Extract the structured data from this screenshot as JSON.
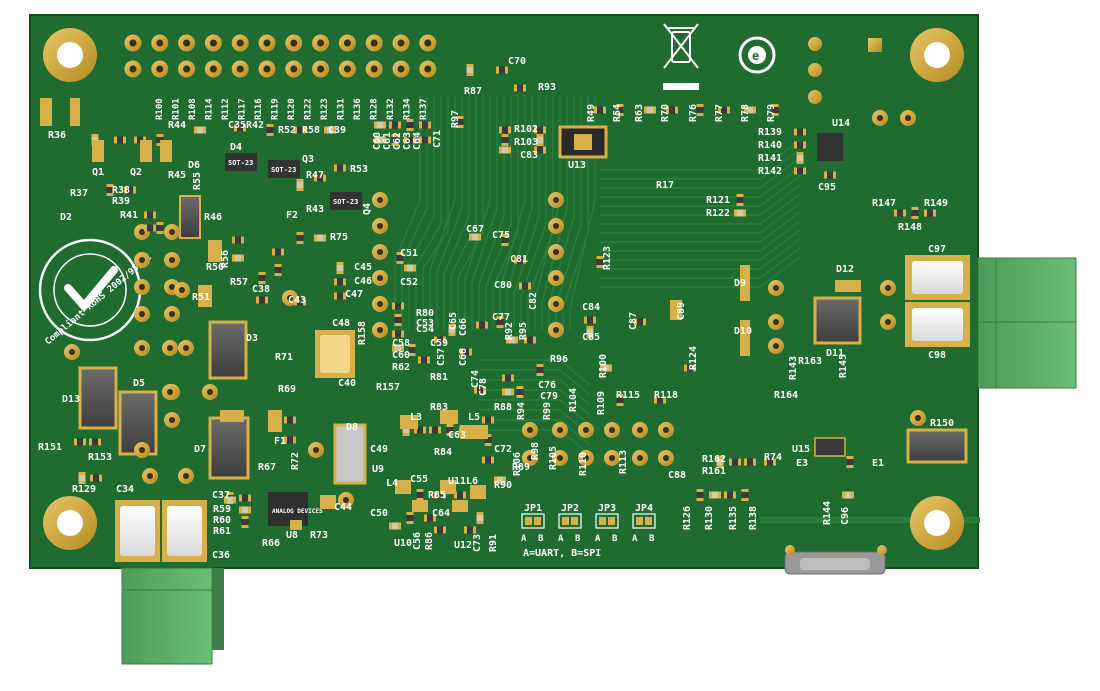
{
  "board": {
    "colors": {
      "soldermask": "#1f6b30",
      "soldermask_dark": "#175a26",
      "trace": "#2a7e3b",
      "gold": "#c9a234",
      "copper_pad": "#d8b04a",
      "silk": "#ffffff",
      "connector_green": "#5aa866",
      "background": "#ffffff"
    },
    "rohs": {
      "text": "Compliant RoHS 2002/95/EC"
    },
    "jumper_note": "A=UART, B=SPI",
    "jumpers": [
      {
        "label": "JP1",
        "a": "A",
        "b": "B"
      },
      {
        "label": "JP2",
        "a": "A",
        "b": "B"
      },
      {
        "label": "JP3",
        "a": "A",
        "b": "B"
      },
      {
        "label": "JP4",
        "a": "A",
        "b": "B"
      }
    ],
    "chips": {
      "u8_logo": "ANALOG DEVICES",
      "sot23_a": "SOT-23",
      "sot23_b": "SOT-23",
      "sot23_c": "SOT-23"
    },
    "header_pin_labels": [
      "R100",
      "R101",
      "R108",
      "R114",
      "R112",
      "R117",
      "R116",
      "R119",
      "R120",
      "R122",
      "R123",
      "R131",
      "R136",
      "R128",
      "R132",
      "R134",
      "R137"
    ],
    "designators": [
      {
        "id": "r36",
        "t": "R36"
      },
      {
        "id": "r44",
        "t": "R44"
      },
      {
        "id": "q1",
        "t": "Q1"
      },
      {
        "id": "q2",
        "t": "Q2"
      },
      {
        "id": "r45",
        "t": "R45"
      },
      {
        "id": "r37",
        "t": "R37"
      },
      {
        "id": "r38",
        "t": "R38"
      },
      {
        "id": "r39",
        "t": "R39"
      },
      {
        "id": "d6",
        "t": "D6"
      },
      {
        "id": "r55",
        "t": "R55"
      },
      {
        "id": "c35",
        "t": "C35"
      },
      {
        "id": "r42",
        "t": "R42"
      },
      {
        "id": "d4",
        "t": "D4"
      },
      {
        "id": "r52",
        "t": "R52"
      },
      {
        "id": "r58",
        "t": "R58"
      },
      {
        "id": "c39",
        "t": "C39"
      },
      {
        "id": "q3",
        "t": "Q3"
      },
      {
        "id": "r47",
        "t": "R47"
      },
      {
        "id": "r53",
        "t": "R53"
      },
      {
        "id": "r43",
        "t": "R43"
      },
      {
        "id": "q4",
        "t": "Q4"
      },
      {
        "id": "r41",
        "t": "R41"
      },
      {
        "id": "r46",
        "t": "R46"
      },
      {
        "id": "d2",
        "t": "D2"
      },
      {
        "id": "r50",
        "t": "R50"
      },
      {
        "id": "r56",
        "t": "R56"
      },
      {
        "id": "f2",
        "t": "F2"
      },
      {
        "id": "r75",
        "t": "R75"
      },
      {
        "id": "r57",
        "t": "R57"
      },
      {
        "id": "c38",
        "t": "C38"
      },
      {
        "id": "c43",
        "t": "C43"
      },
      {
        "id": "r51",
        "t": "R51"
      },
      {
        "id": "c45",
        "t": "C45"
      },
      {
        "id": "c46",
        "t": "C46"
      },
      {
        "id": "c47",
        "t": "C47"
      },
      {
        "id": "c51",
        "t": "C51"
      },
      {
        "id": "c52",
        "t": "C52"
      },
      {
        "id": "c48",
        "t": "C48"
      },
      {
        "id": "r158",
        "t": "R158"
      },
      {
        "id": "d3",
        "t": "D3"
      },
      {
        "id": "r71",
        "t": "R71"
      },
      {
        "id": "c40",
        "t": "C40"
      },
      {
        "id": "r69",
        "t": "R69"
      },
      {
        "id": "r157",
        "t": "R157"
      },
      {
        "id": "d13",
        "t": "D13"
      },
      {
        "id": "d5",
        "t": "D5"
      },
      {
        "id": "d7",
        "t": "D7"
      },
      {
        "id": "f1",
        "t": "F1"
      },
      {
        "id": "r151",
        "t": "R151"
      },
      {
        "id": "r153",
        "t": "R153"
      },
      {
        "id": "r129",
        "t": "R129"
      },
      {
        "id": "c34",
        "t": "C34"
      },
      {
        "id": "c36",
        "t": "C36"
      },
      {
        "id": "c37",
        "t": "C37"
      },
      {
        "id": "r59",
        "t": "R59"
      },
      {
        "id": "r60",
        "t": "R60"
      },
      {
        "id": "r61",
        "t": "R61"
      },
      {
        "id": "r66",
        "t": "R66"
      },
      {
        "id": "u8",
        "t": "U8"
      },
      {
        "id": "r73",
        "t": "R73"
      },
      {
        "id": "c44",
        "t": "C44"
      },
      {
        "id": "r67",
        "t": "R67"
      },
      {
        "id": "r72",
        "t": "R72"
      },
      {
        "id": "d8",
        "t": "D8"
      },
      {
        "id": "c49",
        "t": "C49"
      },
      {
        "id": "u9",
        "t": "U9"
      },
      {
        "id": "l3",
        "t": "L3"
      },
      {
        "id": "r83",
        "t": "R83"
      },
      {
        "id": "l5",
        "t": "L5"
      },
      {
        "id": "c63",
        "t": "C63"
      },
      {
        "id": "r84",
        "t": "R84"
      },
      {
        "id": "r88",
        "t": "R88"
      },
      {
        "id": "c72",
        "t": "C72"
      },
      {
        "id": "l4",
        "t": "L4"
      },
      {
        "id": "c55",
        "t": "C55"
      },
      {
        "id": "r85",
        "t": "R85"
      },
      {
        "id": "u11",
        "t": "U11"
      },
      {
        "id": "l6",
        "t": "L6"
      },
      {
        "id": "r90",
        "t": "R90"
      },
      {
        "id": "r89",
        "t": "R89"
      },
      {
        "id": "c50",
        "t": "C50"
      },
      {
        "id": "c64",
        "t": "C64"
      },
      {
        "id": "u10",
        "t": "U10"
      },
      {
        "id": "c56",
        "t": "C56"
      },
      {
        "id": "r86",
        "t": "R86"
      },
      {
        "id": "u12",
        "t": "U12"
      },
      {
        "id": "c73",
        "t": "C73"
      },
      {
        "id": "r91",
        "t": "R91"
      },
      {
        "id": "c70",
        "t": "C70"
      },
      {
        "id": "r87",
        "t": "R87"
      },
      {
        "id": "r93",
        "t": "R93"
      },
      {
        "id": "r97",
        "t": "R97"
      },
      {
        "id": "c71",
        "t": "C71"
      },
      {
        "id": "c60",
        "t": "C60"
      },
      {
        "id": "c61",
        "t": "C61"
      },
      {
        "id": "c62",
        "t": "C62"
      },
      {
        "id": "c63b",
        "t": "C63"
      },
      {
        "id": "c64b",
        "t": "C64"
      },
      {
        "id": "r49",
        "t": "R49"
      },
      {
        "id": "r54",
        "t": "R54"
      },
      {
        "id": "r63",
        "t": "R63"
      },
      {
        "id": "r70",
        "t": "R70"
      },
      {
        "id": "r76",
        "t": "R76"
      },
      {
        "id": "r77",
        "t": "R77"
      },
      {
        "id": "r78",
        "t": "R78"
      },
      {
        "id": "r79",
        "t": "R79"
      },
      {
        "id": "r102",
        "t": "R102"
      },
      {
        "id": "r103",
        "t": "R103"
      },
      {
        "id": "c83",
        "t": "C83"
      },
      {
        "id": "u13",
        "t": "U13"
      },
      {
        "id": "r17",
        "t": "R17"
      },
      {
        "id": "r121",
        "t": "R121"
      },
      {
        "id": "r122",
        "t": "R122"
      },
      {
        "id": "c67",
        "t": "C67"
      },
      {
        "id": "c75",
        "t": "C75"
      },
      {
        "id": "c81",
        "t": "C81"
      },
      {
        "id": "c80",
        "t": "C80"
      },
      {
        "id": "c82",
        "t": "C82"
      },
      {
        "id": "r123",
        "t": "R123"
      },
      {
        "id": "c84",
        "t": "C84"
      },
      {
        "id": "c85",
        "t": "C85"
      },
      {
        "id": "c87",
        "t": "C87"
      },
      {
        "id": "c89",
        "t": "C89"
      },
      {
        "id": "r80",
        "t": "R80"
      },
      {
        "id": "c53",
        "t": "C53"
      },
      {
        "id": "c54",
        "t": "C54"
      },
      {
        "id": "c58",
        "t": "C58"
      },
      {
        "id": "c59",
        "t": "C59"
      },
      {
        "id": "c60b",
        "t": "C60"
      },
      {
        "id": "c57",
        "t": "C57"
      },
      {
        "id": "c65",
        "t": "C65"
      },
      {
        "id": "c66",
        "t": "C66"
      },
      {
        "id": "c68",
        "t": "C68"
      },
      {
        "id": "c77",
        "t": "C77"
      },
      {
        "id": "r92",
        "t": "R92"
      },
      {
        "id": "r95",
        "t": "R95"
      },
      {
        "id": "r62",
        "t": "R62"
      },
      {
        "id": "r81",
        "t": "R81"
      },
      {
        "id": "c74",
        "t": "C74"
      },
      {
        "id": "c78",
        "t": "C78"
      },
      {
        "id": "c76",
        "t": "C76"
      },
      {
        "id": "c79",
        "t": "C79"
      },
      {
        "id": "r96",
        "t": "R96"
      },
      {
        "id": "r100b",
        "t": "R100"
      },
      {
        "id": "r94",
        "t": "R94"
      },
      {
        "id": "r99",
        "t": "R99"
      },
      {
        "id": "r104",
        "t": "R104"
      },
      {
        "id": "r109",
        "t": "R109"
      },
      {
        "id": "r115",
        "t": "R115"
      },
      {
        "id": "r118",
        "t": "R118"
      },
      {
        "id": "r98",
        "t": "R98"
      },
      {
        "id": "r105",
        "t": "R105"
      },
      {
        "id": "r110",
        "t": "R110"
      },
      {
        "id": "r113",
        "t": "R113"
      },
      {
        "id": "c88",
        "t": "C88"
      },
      {
        "id": "r106",
        "t": "R106"
      },
      {
        "id": "r124",
        "t": "R124"
      },
      {
        "id": "d9",
        "t": "D9"
      },
      {
        "id": "d10",
        "t": "D10"
      },
      {
        "id": "r139",
        "t": "R139"
      },
      {
        "id": "r140",
        "t": "R140"
      },
      {
        "id": "r141",
        "t": "R141"
      },
      {
        "id": "r142",
        "t": "R142"
      },
      {
        "id": "u14",
        "t": "U14"
      },
      {
        "id": "c95",
        "t": "C95"
      },
      {
        "id": "r147",
        "t": "R147"
      },
      {
        "id": "r148",
        "t": "R148"
      },
      {
        "id": "r149",
        "t": "R149"
      },
      {
        "id": "c97",
        "t": "C97"
      },
      {
        "id": "d12",
        "t": "D12"
      },
      {
        "id": "d11",
        "t": "D11"
      },
      {
        "id": "c98",
        "t": "C98"
      },
      {
        "id": "r163",
        "t": "R163"
      },
      {
        "id": "r164",
        "t": "R164"
      },
      {
        "id": "r143",
        "t": "R143"
      },
      {
        "id": "r145",
        "t": "R145"
      },
      {
        "id": "r150",
        "t": "R150"
      },
      {
        "id": "u15",
        "t": "U15"
      },
      {
        "id": "r74",
        "t": "R74"
      },
      {
        "id": "r162",
        "t": "R162"
      },
      {
        "id": "r161",
        "t": "R161"
      },
      {
        "id": "e3",
        "t": "E3"
      },
      {
        "id": "e1",
        "t": "E1"
      },
      {
        "id": "r126",
        "t": "R126"
      },
      {
        "id": "r130",
        "t": "R130"
      },
      {
        "id": "r135",
        "t": "R135"
      },
      {
        "id": "r138",
        "t": "R138"
      },
      {
        "id": "r144",
        "t": "R144"
      },
      {
        "id": "c96",
        "t": "C96"
      }
    ]
  }
}
